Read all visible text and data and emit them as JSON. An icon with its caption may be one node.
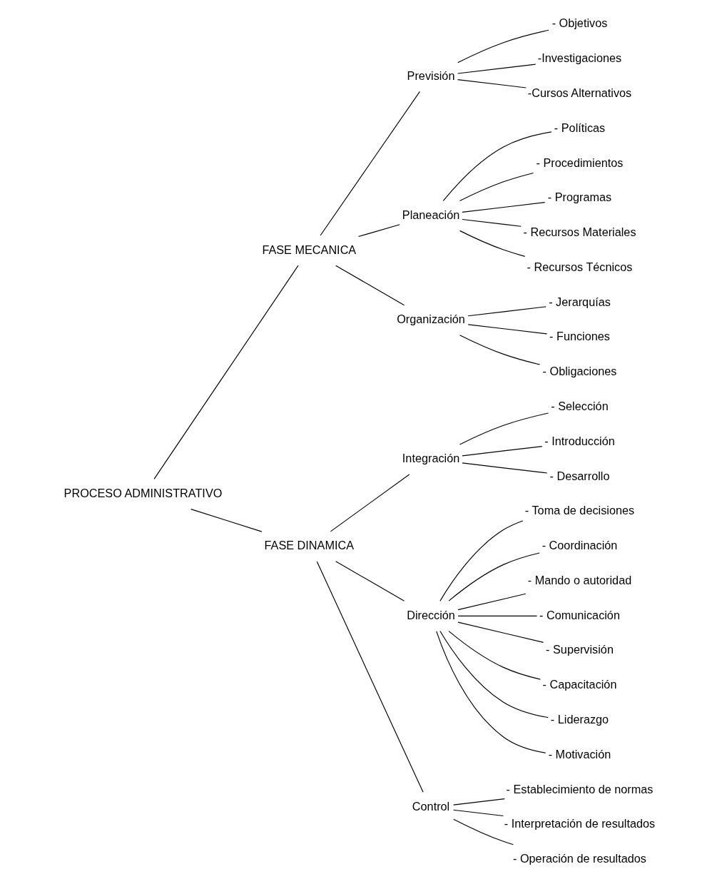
{
  "diagram": {
    "nodes": [
      {
        "text": [
          "PROCESO ADMINISTRATIVO"
        ]
      },
      {
        "text": [
          "FASE MECANICA"
        ]
      },
      {
        "text": [
          "Previsión"
        ]
      },
      {
        "text": [
          "- Objetivos"
        ]
      },
      {
        "text": [
          "-Investigaciones"
        ]
      },
      {
        "text": [
          "-Cursos Alternativos"
        ]
      },
      {
        "text": [
          "Planeación"
        ]
      },
      {
        "text": [
          "- Políticas"
        ]
      },
      {
        "text": [
          "- Procedimientos"
        ]
      },
      {
        "text": [
          "- Programas"
        ]
      },
      {
        "text": [
          "- Recursos Materiales"
        ]
      },
      {
        "text": [
          "- Recursos Técnicos"
        ]
      },
      {
        "text": [
          "Organización"
        ]
      },
      {
        "text": [
          "- Jerarquías"
        ]
      },
      {
        "text": [
          "- Funciones"
        ]
      },
      {
        "text": [
          "- Obligaciones"
        ]
      },
      {
        "text": [
          "FASE DINAMICA"
        ]
      },
      {
        "text": [
          "Integración"
        ]
      },
      {
        "text": [
          "- Selección"
        ]
      },
      {
        "text": [
          "- Introducción"
        ]
      },
      {
        "text": [
          "- Desarrollo"
        ]
      },
      {
        "text": [
          "Dirección"
        ]
      },
      {
        "text": [
          "- Toma de decisiones"
        ]
      },
      {
        "text": [
          "- Coordinación"
        ]
      },
      {
        "text": [
          "- Mando o autoridad"
        ]
      },
      {
        "text": [
          "- Comunicación"
        ]
      },
      {
        "text": [
          "- Supervisión"
        ]
      },
      {
        "text": [
          "- Capacitación"
        ]
      },
      {
        "text": [
          "- Liderazgo"
        ]
      },
      {
        "text": [
          "- Motivación"
        ]
      },
      {
        "text": [
          "Control"
        ]
      },
      {
        "text": [
          "- Establecimiento de normas"
        ]
      },
      {
        "text": [
          "- Interpretación de resultados"
        ]
      },
      {
        "text": [
          "- Operación de resultados"
        ]
      }
    ],
    "edges": [
      {
        "from": 0,
        "to": 1,
        "arrow": "none"
      },
      {
        "from": 0,
        "to": 16,
        "arrow": "none"
      },
      {
        "from": 1,
        "to": 2,
        "arrow": "none"
      },
      {
        "from": 1,
        "to": 6,
        "arrow": "none"
      },
      {
        "from": 1,
        "to": 12,
        "arrow": "none"
      },
      {
        "from": 2,
        "to": 3,
        "arrow": "none"
      },
      {
        "from": 2,
        "to": 4,
        "arrow": "none"
      },
      {
        "from": 2,
        "to": 5,
        "arrow": "none"
      },
      {
        "from": 6,
        "to": 7,
        "arrow": "none"
      },
      {
        "from": 6,
        "to": 8,
        "arrow": "none"
      },
      {
        "from": 6,
        "to": 9,
        "arrow": "none"
      },
      {
        "from": 6,
        "to": 10,
        "arrow": "none"
      },
      {
        "from": 6,
        "to": 11,
        "arrow": "none"
      },
      {
        "from": 12,
        "to": 13,
        "arrow": "none"
      },
      {
        "from": 12,
        "to": 14,
        "arrow": "none"
      },
      {
        "from": 12,
        "to": 15,
        "arrow": "none"
      },
      {
        "from": 16,
        "to": 17,
        "arrow": "none"
      },
      {
        "from": 16,
        "to": 21,
        "arrow": "none"
      },
      {
        "from": 16,
        "to": 30,
        "arrow": "none"
      },
      {
        "from": 17,
        "to": 18,
        "arrow": "none"
      },
      {
        "from": 17,
        "to": 19,
        "arrow": "none"
      },
      {
        "from": 17,
        "to": 20,
        "arrow": "none"
      },
      {
        "from": 21,
        "to": 22,
        "arrow": "none"
      },
      {
        "from": 21,
        "to": 23,
        "arrow": "none"
      },
      {
        "from": 21,
        "to": 24,
        "arrow": "none"
      },
      {
        "from": 21,
        "to": 25,
        "arrow": "none"
      },
      {
        "from": 21,
        "to": 26,
        "arrow": "none"
      },
      {
        "from": 21,
        "to": 27,
        "arrow": "none"
      },
      {
        "from": 21,
        "to": 28,
        "arrow": "none"
      },
      {
        "from": 21,
        "to": 29,
        "arrow": "none"
      },
      {
        "from": 30,
        "to": 31,
        "arrow": "none"
      },
      {
        "from": 30,
        "to": 32,
        "arrow": "none"
      },
      {
        "from": 30,
        "to": 33,
        "arrow": "none"
      }
    ]
  }
}
